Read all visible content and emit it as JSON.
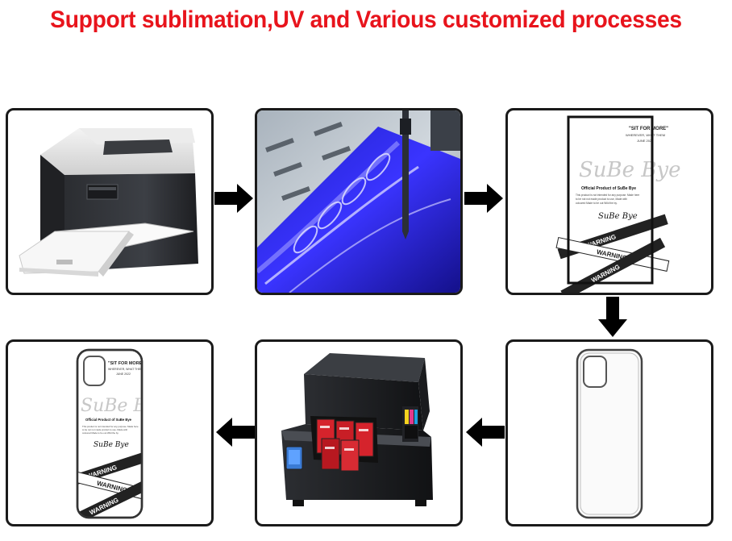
{
  "title": "Support sublimation,UV and Various customized processes",
  "colors": {
    "title": "#e8141c",
    "border": "#1a1a1a",
    "arrow": "#000000",
    "ink": "#1f1fd6"
  },
  "steps": [
    {
      "icon": "laser-printer-icon"
    },
    {
      "icon": "uv-ink-roller-icon"
    },
    {
      "icon": "printed-design-sheet-icon"
    },
    {
      "icon": "blank-phone-case-icon"
    },
    {
      "icon": "uv-flatbed-printer-icon"
    },
    {
      "icon": "printed-phone-case-icon"
    }
  ],
  "design": {
    "brand": "SuBe Bye",
    "tag_lines": [
      "\"SIT FOR MORE\"",
      "WHEREVER, WHAT THEM",
      "JUNE 2022"
    ],
    "heading": "Official Product of SuBe Bye",
    "body_lines": [
      "This product is not intended for any purpose. Made here",
      "to be not not made product to use, Made with",
      "coloured Made to be out Wild the by."
    ],
    "tape_word": "WARNING"
  }
}
